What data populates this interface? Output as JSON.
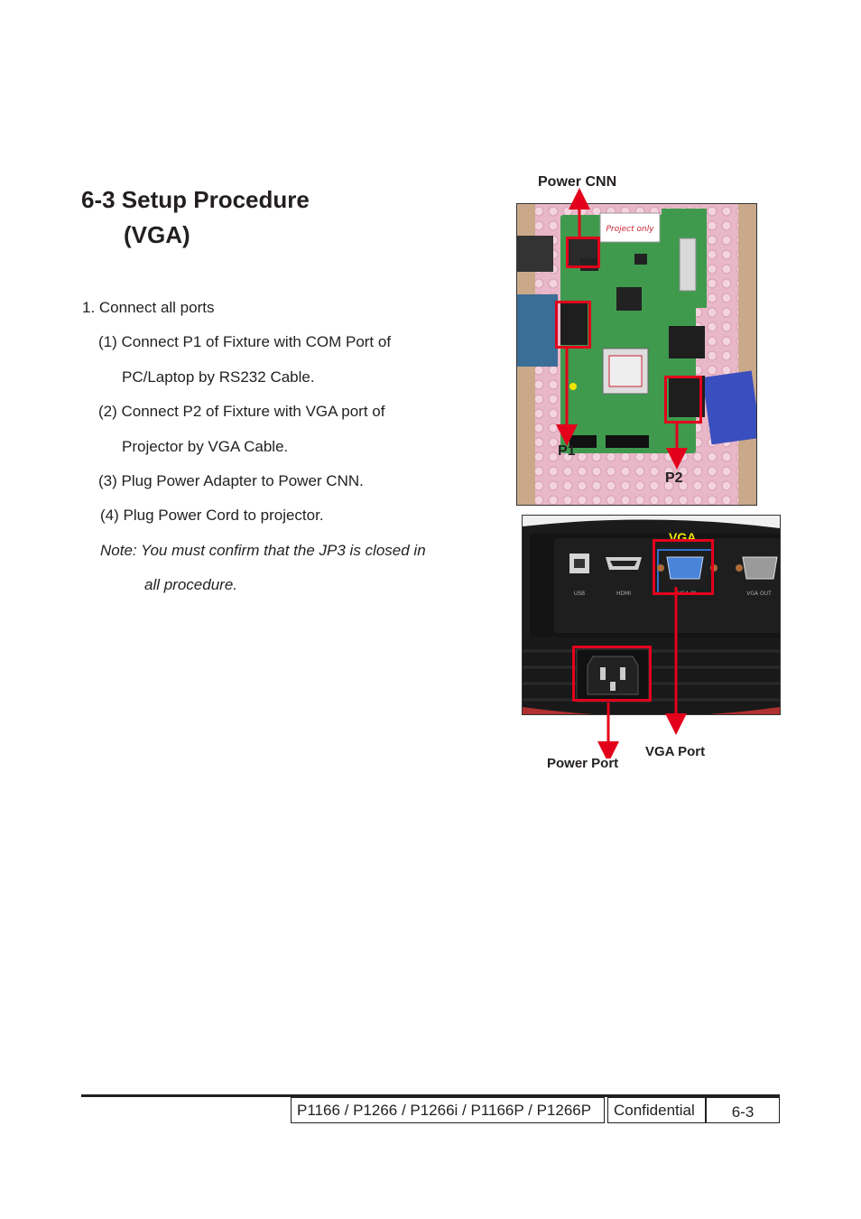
{
  "section": {
    "title_line1": "6-3 Setup Procedure",
    "title_line2": "(VGA)"
  },
  "steps": {
    "s1": "1. Connect all ports",
    "s2a": "(1) Connect P1 of Fixture with COM Port of",
    "s2b": "PC/Laptop by RS232 Cable.",
    "s3a": "(2) Connect P2 of Fixture with VGA port of",
    "s3b": "Projector by VGA Cable.",
    "s4": "(3) Plug Power Adapter to Power CNN.",
    "s5": "(4) Plug Power Cord to projector.",
    "note_a": "Note: You must confirm that the JP3 is closed in",
    "note_b": "all procedure."
  },
  "board_photo": {
    "label_power": "Power CNN",
    "label_p1": "P1",
    "label_p2": "P2",
    "sticker": "Project only"
  },
  "projector_photo": {
    "label_vga_top": "VGA",
    "label_usb": "USB",
    "label_hdmi": "HDMI",
    "label_vga_in": "VGA IN",
    "label_vga_out": "VGA OUT",
    "label_power_port": "Power Port",
    "label_vga_port": "VGA Port"
  },
  "footer": {
    "models": "P1166 / P1266 / P1266i / P1166P / P1266P",
    "confidential": "Confidential",
    "page": "6-3"
  },
  "colors": {
    "accent_red": "#e3001b",
    "vga_yellow": "#f2e600",
    "text": "#231f20"
  }
}
